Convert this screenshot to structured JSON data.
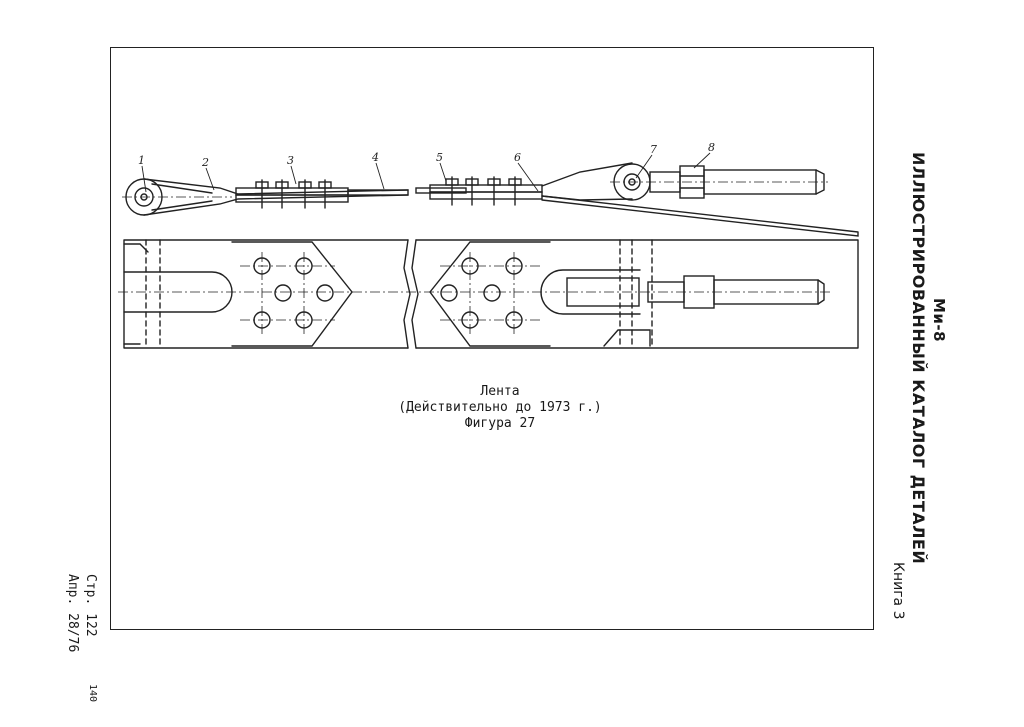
{
  "header": {
    "model": "Ми-8",
    "catalog_title": "ИЛЛЮСТРИРОВАННЫЙ  КАТАЛОГ  ДЕТАЛЕЙ",
    "book": "Книга 3"
  },
  "footer": {
    "page": "Стр. 122",
    "date": "Апр. 28/76",
    "sheet": "140"
  },
  "caption": {
    "name": "Лента",
    "validity": "(Действительно до 1973 г.)",
    "figure": "Фигура 27"
  },
  "callouts": [
    "1",
    "2",
    "3",
    "4",
    "5",
    "6",
    "7",
    "8"
  ]
}
